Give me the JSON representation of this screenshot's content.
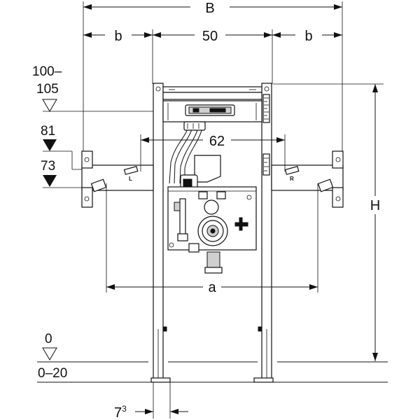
{
  "dimensions": {
    "B": "B",
    "b_left": "b",
    "width_50": "50",
    "b_right": "b",
    "fixing_62": "62",
    "a": "a",
    "H": "H",
    "foot": "7",
    "foot_sup": "3"
  },
  "levels": {
    "top_line1": "100–",
    "top_line2": "105",
    "level_81": "81",
    "level_73": "73",
    "floor": "0",
    "floor_range": "0–20"
  },
  "markers": {
    "left": "L",
    "right": "R"
  }
}
